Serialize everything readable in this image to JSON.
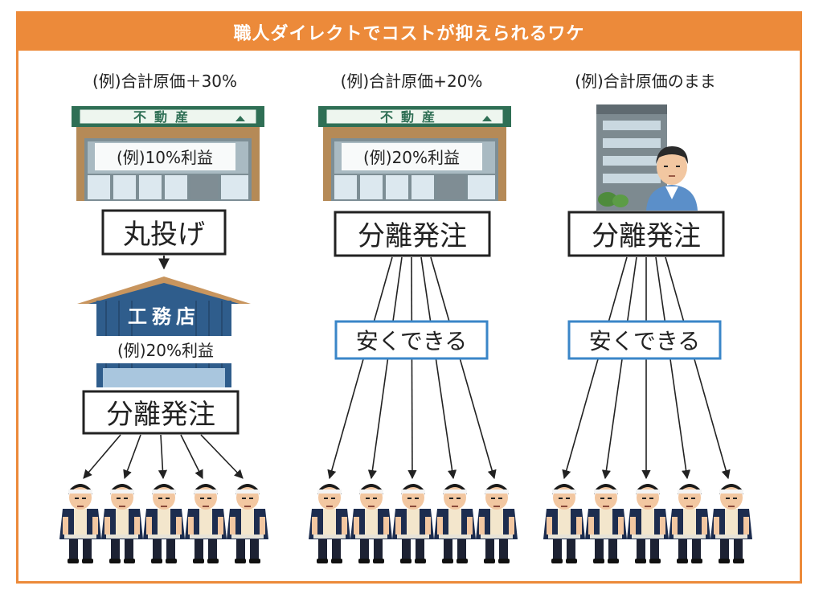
{
  "title": "職人ダイレクトでコストが抑えられるワケ",
  "columns": [
    {
      "header": "(例)合計原価＋30%",
      "top_label": "不動産",
      "top_profit": "(例)10%利益",
      "box1": "丸投げ",
      "contractor_label": "工務店",
      "contractor_profit": "(例)20%利益",
      "box2": "分離発注",
      "workers": 5
    },
    {
      "header": "(例)合計原価+20%",
      "top_label": "不動産",
      "top_profit": "(例)20%利益",
      "box1": "分離発注",
      "middle_label": "安くできる",
      "workers": 5
    },
    {
      "header": "(例)合計原価のまま",
      "box1": "分離発注",
      "middle_label": "安くできる",
      "workers": 5
    }
  ],
  "colors": {
    "accent": "#ec8a3a",
    "box_border": "#222222",
    "blue_border": "#3a86c8",
    "contractor_blue": "#2f5d8c",
    "worker_navy": "#1d2d4f"
  },
  "icons": [
    "real-estate-office-icon",
    "contractor-building-icon",
    "apartment-owner-icon",
    "craftsman-icon"
  ]
}
